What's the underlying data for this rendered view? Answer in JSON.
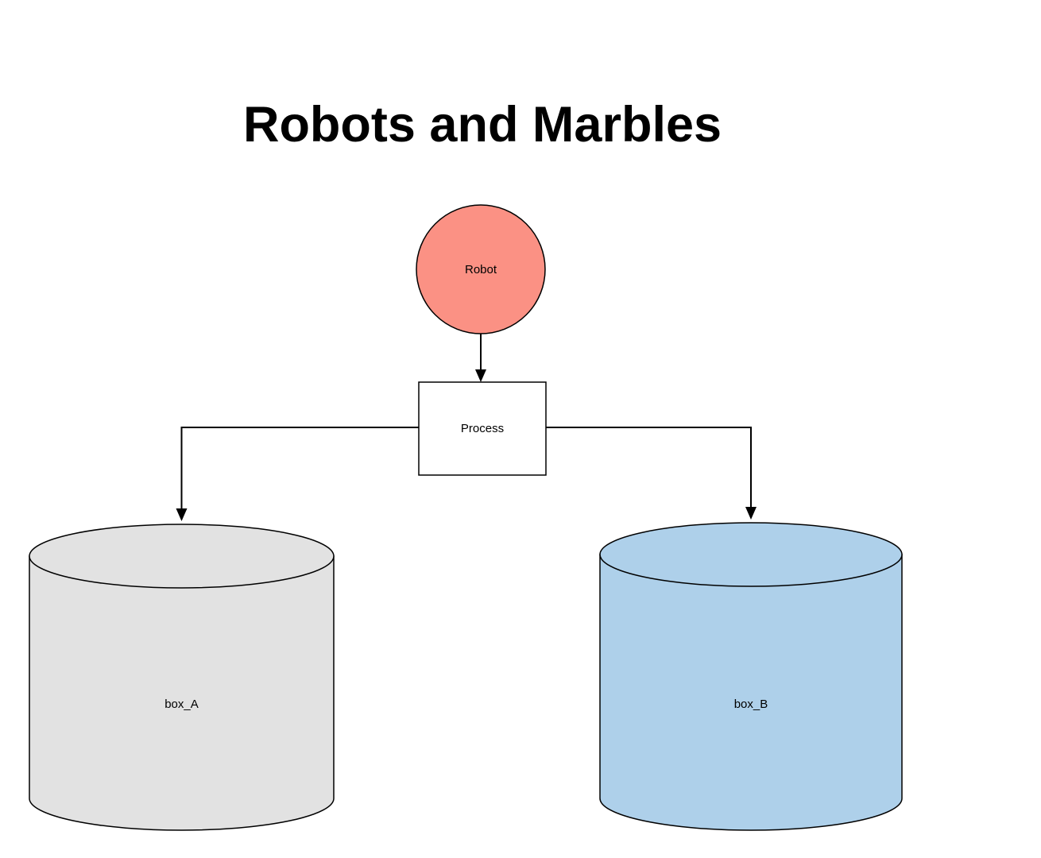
{
  "title": "Robots and Marbles",
  "nodes": {
    "robot": {
      "label": "Robot",
      "fill": "#fb9184"
    },
    "process": {
      "label": "Process",
      "fill": "#ffffff"
    },
    "box_a": {
      "label": "box_A",
      "fill": "#e2e2e2"
    },
    "box_b": {
      "label": "box_B",
      "fill": "#aed0ea"
    }
  },
  "colors": {
    "stroke": "#000000",
    "background": "#ffffff"
  }
}
